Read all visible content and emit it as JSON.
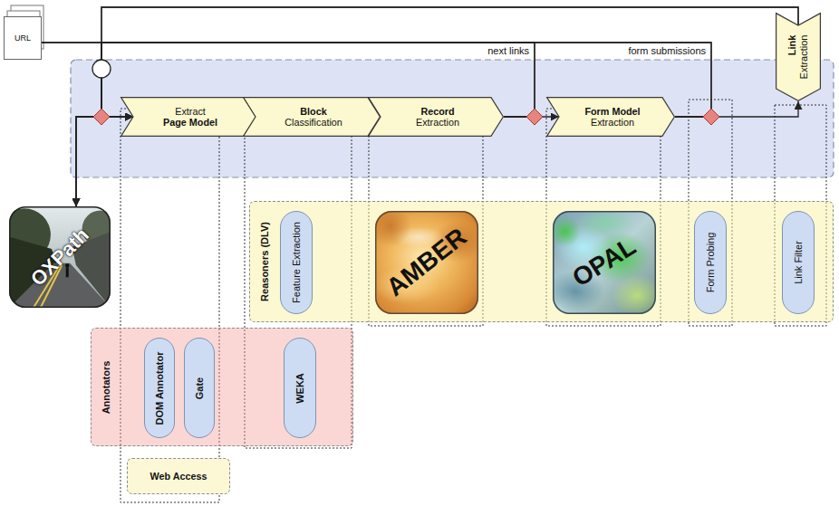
{
  "diagram": {
    "nodes": [
      {
        "text": [
          "URL"
        ]
      },
      {
        "text": [
          "Extract",
          "Page Model"
        ]
      },
      {
        "text": [
          "Block",
          "Classification"
        ]
      },
      {
        "text": [
          "Record",
          "Extraction"
        ]
      },
      {
        "text": [
          "Form Model",
          "Extraction"
        ]
      },
      {
        "text": [
          "Link",
          "Extraction"
        ]
      },
      {
        "text": [
          "OXPath"
        ]
      },
      {
        "text": [
          "Reasoners (DLV)"
        ]
      },
      {
        "text": [
          "Feature Extraction"
        ],
        "in": 7
      },
      {
        "text": [
          "AMBER"
        ],
        "in": 7
      },
      {
        "text": [
          "OPAL"
        ],
        "in": 7
      },
      {
        "text": [
          "Form Probing"
        ],
        "in": 7
      },
      {
        "text": [
          "Link Filter"
        ],
        "in": 7
      },
      {
        "text": [
          "Annotators"
        ]
      },
      {
        "text": [
          "DOM Annotator"
        ],
        "in": 13
      },
      {
        "text": [
          "Gate"
        ],
        "in": 13
      },
      {
        "text": [
          "WEKA"
        ],
        "in": 13
      },
      {
        "text": [
          "Web Access"
        ]
      }
    ],
    "edges": [
      {
        "from": 0,
        "to": 1,
        "arrow": "to"
      },
      {
        "from": 0,
        "to": 6,
        "arrow": "to"
      },
      {
        "from": 3,
        "to": 4,
        "arrow": "to"
      },
      {
        "from": 3,
        "to": 1,
        "label": "next links",
        "arrow": "to"
      },
      {
        "from": 4,
        "to": 5,
        "arrow": "to"
      },
      {
        "from": 4,
        "to": 1,
        "label": "form submissions",
        "arrow": "to"
      },
      {
        "from": 5,
        "to": 1,
        "arrow": "to"
      },
      {
        "from": 3,
        "to": 6,
        "arrow": "to"
      },
      {
        "from": 4,
        "to": 6,
        "arrow": "to"
      },
      {
        "from": 5,
        "to": 6,
        "arrow": "to"
      }
    ]
  }
}
